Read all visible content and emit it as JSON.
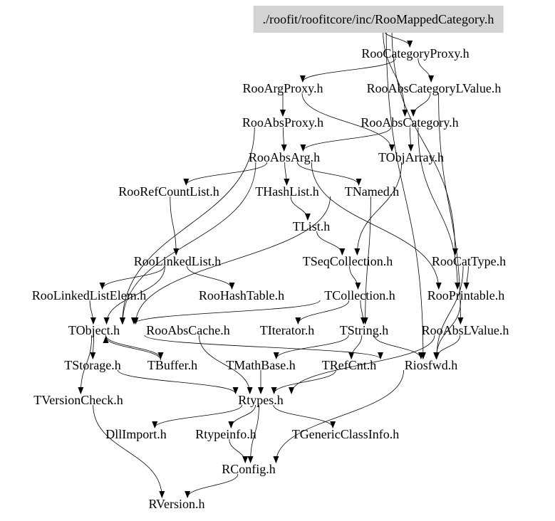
{
  "graph": {
    "type": "include-dependency-graph",
    "root": "./roofit/roofitcore/inc/RooMappedCategory.h",
    "nodes": [
      {
        "id": "root",
        "label": "./roofit/roofitcore/inc/RooMappedCategory.h",
        "highlighted": true
      },
      {
        "id": "RooCategoryProxy",
        "label": "RooCategoryProxy.h"
      },
      {
        "id": "RooArgProxy",
        "label": "RooArgProxy.h"
      },
      {
        "id": "RooAbsCategoryLValue",
        "label": "RooAbsCategoryLValue.h"
      },
      {
        "id": "RooAbsProxy",
        "label": "RooAbsProxy.h"
      },
      {
        "id": "RooAbsCategory",
        "label": "RooAbsCategory.h"
      },
      {
        "id": "RooAbsArg",
        "label": "RooAbsArg.h"
      },
      {
        "id": "TObjArray",
        "label": "TObjArray.h"
      },
      {
        "id": "RooRefCountList",
        "label": "RooRefCountList.h"
      },
      {
        "id": "THashList",
        "label": "THashList.h"
      },
      {
        "id": "TNamed",
        "label": "TNamed.h"
      },
      {
        "id": "TList",
        "label": "TList.h"
      },
      {
        "id": "RooLinkedList",
        "label": "RooLinkedList.h"
      },
      {
        "id": "TSeqCollection",
        "label": "TSeqCollection.h"
      },
      {
        "id": "RooCatType",
        "label": "RooCatType.h"
      },
      {
        "id": "RooLinkedListElem",
        "label": "RooLinkedListElem.h"
      },
      {
        "id": "RooHashTable",
        "label": "RooHashTable.h"
      },
      {
        "id": "TCollection",
        "label": "TCollection.h"
      },
      {
        "id": "RooPrintable",
        "label": "RooPrintable.h"
      },
      {
        "id": "TObject",
        "label": "TObject.h"
      },
      {
        "id": "RooAbsCache",
        "label": "RooAbsCache.h"
      },
      {
        "id": "TIterator",
        "label": "TIterator.h"
      },
      {
        "id": "TString",
        "label": "TString.h"
      },
      {
        "id": "RooAbsLValue",
        "label": "RooAbsLValue.h"
      },
      {
        "id": "TStorage",
        "label": "TStorage.h"
      },
      {
        "id": "TBuffer",
        "label": "TBuffer.h"
      },
      {
        "id": "TMathBase",
        "label": "TMathBase.h"
      },
      {
        "id": "TRefCnt",
        "label": "TRefCnt.h"
      },
      {
        "id": "Riosfwd",
        "label": "Riosfwd.h"
      },
      {
        "id": "TVersionCheck",
        "label": "TVersionCheck.h"
      },
      {
        "id": "Rtypes",
        "label": "Rtypes.h"
      },
      {
        "id": "DllImport",
        "label": "DllImport.h"
      },
      {
        "id": "Rtypeinfo",
        "label": "Rtypeinfo.h"
      },
      {
        "id": "TGenericClassInfo",
        "label": "TGenericClassInfo.h"
      },
      {
        "id": "RConfig",
        "label": "RConfig.h"
      },
      {
        "id": "RVersion",
        "label": "RVersion.h"
      }
    ],
    "edges": [
      [
        "root",
        "RooCategoryProxy"
      ],
      [
        "root",
        "RooAbsCategory"
      ],
      [
        "root",
        "RooCatType"
      ],
      [
        "root",
        "Riosfwd"
      ],
      [
        "RooCategoryProxy",
        "RooArgProxy"
      ],
      [
        "RooCategoryProxy",
        "RooAbsCategoryLValue"
      ],
      [
        "RooArgProxy",
        "RooAbsProxy"
      ],
      [
        "RooArgProxy",
        "TObjArray"
      ],
      [
        "RooAbsCategoryLValue",
        "RooAbsCategory"
      ],
      [
        "RooAbsCategoryLValue",
        "RooAbsLValue"
      ],
      [
        "RooAbsProxy",
        "RooAbsArg"
      ],
      [
        "RooAbsProxy",
        "TObject"
      ],
      [
        "RooAbsCategory",
        "RooAbsArg"
      ],
      [
        "RooAbsCategory",
        "TObjArray"
      ],
      [
        "RooAbsCategory",
        "RooPrintable"
      ],
      [
        "RooAbsArg",
        "RooRefCountList"
      ],
      [
        "RooAbsArg",
        "THashList"
      ],
      [
        "RooAbsArg",
        "TNamed"
      ],
      [
        "RooAbsArg",
        "RooPrintable"
      ],
      [
        "RooAbsArg",
        "TObject"
      ],
      [
        "TObjArray",
        "TSeqCollection"
      ],
      [
        "RooRefCountList",
        "RooLinkedList"
      ],
      [
        "THashList",
        "TList"
      ],
      [
        "TNamed",
        "TObject"
      ],
      [
        "TNamed",
        "TString"
      ],
      [
        "TList",
        "TSeqCollection"
      ],
      [
        "RooLinkedList",
        "RooLinkedListElem"
      ],
      [
        "RooLinkedList",
        "RooHashTable"
      ],
      [
        "RooLinkedList",
        "TObject"
      ],
      [
        "TSeqCollection",
        "TCollection"
      ],
      [
        "RooCatType",
        "RooPrintable"
      ],
      [
        "RooCatType",
        "Riosfwd"
      ],
      [
        "RooLinkedListElem",
        "TObject"
      ],
      [
        "TCollection",
        "TObject"
      ],
      [
        "TCollection",
        "TIterator"
      ],
      [
        "TCollection",
        "TString"
      ],
      [
        "RooPrintable",
        "Riosfwd"
      ],
      [
        "TObject",
        "TStorage"
      ],
      [
        "TObject",
        "TBuffer"
      ],
      [
        "TObject",
        "TVersionCheck"
      ],
      [
        "TObject",
        "Riosfwd"
      ],
      [
        "RooAbsCache",
        "Rtypes"
      ],
      [
        "TString",
        "TMathBase"
      ],
      [
        "TString",
        "TRefCnt"
      ],
      [
        "TString",
        "Riosfwd"
      ],
      [
        "RooAbsLValue",
        "Riosfwd"
      ],
      [
        "RooAbsLValue",
        "Rtypes"
      ],
      [
        "TStorage",
        "Rtypes"
      ],
      [
        "TBuffer",
        "TObject"
      ],
      [
        "TMathBase",
        "Rtypes"
      ],
      [
        "TRefCnt",
        "Rtypes"
      ],
      [
        "TVersionCheck",
        "RVersion"
      ],
      [
        "Rtypes",
        "DllImport"
      ],
      [
        "Rtypes",
        "Rtypeinfo"
      ],
      [
        "Rtypes",
        "TGenericClassInfo"
      ],
      [
        "Rtypes",
        "RConfig"
      ],
      [
        "Rtypeinfo",
        "RConfig"
      ],
      [
        "Riosfwd",
        "RConfig"
      ],
      [
        "RConfig",
        "RVersion"
      ]
    ]
  }
}
